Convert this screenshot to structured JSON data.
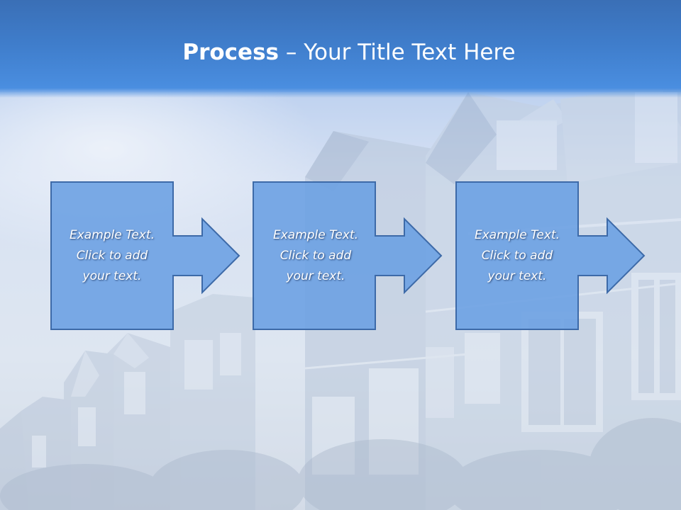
{
  "slide": {
    "title_bold": "Process",
    "title_rest": " – Your Title Text Here"
  },
  "steps": [
    {
      "lines": [
        "Example Text.",
        "Click  to add",
        "your text."
      ]
    },
    {
      "lines": [
        "Example Text.",
        "Click  to add",
        "your text."
      ]
    },
    {
      "lines": [
        "Example Text.",
        "Click  to add",
        "your text."
      ]
    }
  ],
  "colors": {
    "header": "#3f7dcb",
    "box_fill": "#6a9fe2",
    "box_border": "#3d6aa8"
  }
}
